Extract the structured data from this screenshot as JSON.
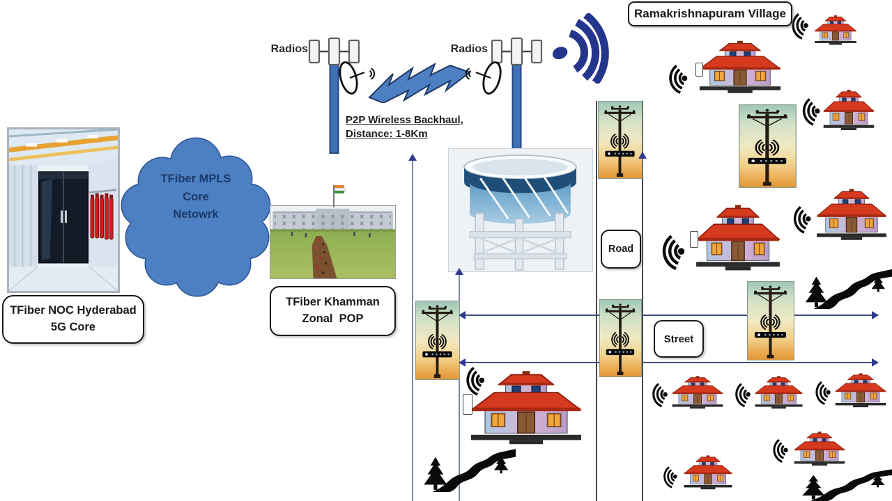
{
  "diagram": {
    "masts": {
      "radios_label": "Radios"
    },
    "backhaul": {
      "line1": "P2P Wireless Backhaul,",
      "line2": "Distance: 1-8Km"
    },
    "core_cloud": {
      "line1": "TFiber MPLS",
      "line2": "Core",
      "line3": "Netowrk"
    },
    "noc_label": {
      "line1": "TFiber NOC Hyderabad",
      "line2": "5G Core"
    },
    "pop_label": {
      "line1": "TFiber Khamman",
      "line2": "Zonal  POP"
    },
    "village_label": "Ramakrishnapuram Village",
    "road_label": "Road",
    "street_label": "Street"
  },
  "colors": {
    "mast_blue": "#3f71b8",
    "bolt_blue": "#4c80c2",
    "cloud_fill": "#4c80c2",
    "cloud_outline": "#2f5597",
    "cloud_text": "#1b3a6b",
    "wifi_black": "#0d0d0d",
    "wifi_navy": "#24358c",
    "roof_red": "#d63a1e",
    "wall_lavender": "#d3b3d6",
    "window_orange": "#f2a53a",
    "arrow_navy": "#2e3a8c",
    "pole_sunset_top": "#9fc6b6",
    "pole_sunset_bottom": "#e19638"
  },
  "icons": {
    "wifi-signal-icon": "black dot with three arcs",
    "wifi-broadcast-icon": "navy dot with three arcs beaming right",
    "radio-mast-icon": "blue pole with three white antenna panels",
    "dish-antenna-icon": "parabolic dish outline with feed arm",
    "wireless-link-bolt-icon": "blue zigzag lightning arrow",
    "utility-pole-icon": "pole with wifi router on sunset background",
    "house-icon": "village house with tiered red roof",
    "tree-icon": "black fir tree",
    "winding-road-icon": "black s-curved road",
    "india-flag-icon": "tricolor flag on pole",
    "water-tower-photo": "elevated blue water tank",
    "datacenter-photo": "server racks with red cylinders",
    "zonal-office-photo": "building with lawn and flag"
  }
}
